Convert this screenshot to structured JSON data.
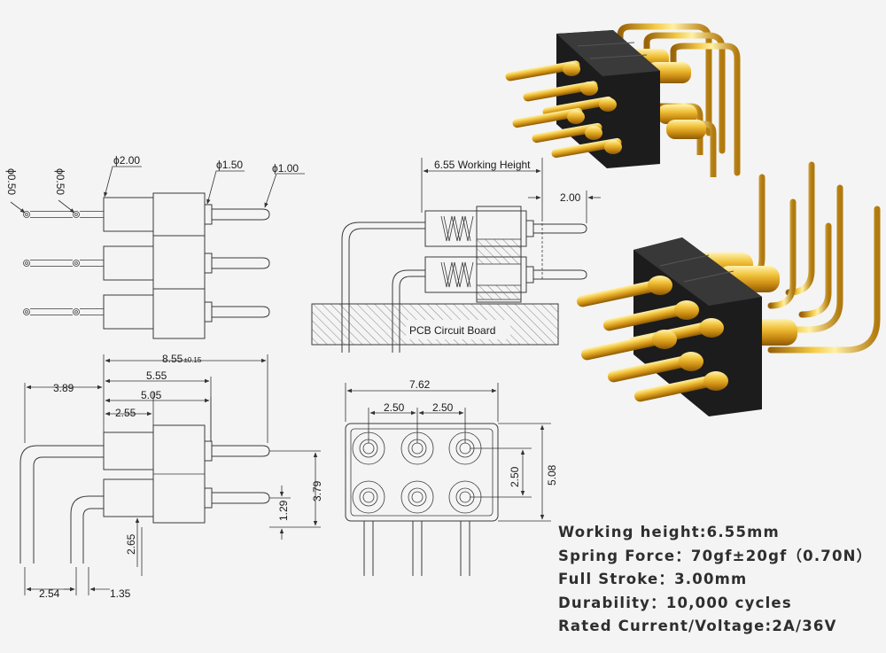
{
  "top_view": {
    "dims": {
      "pin_small_a": "ϕ0.50",
      "pin_small_b": "ϕ0.50",
      "barrel": "ϕ2.00",
      "plunger_base": "ϕ1.50",
      "plunger_tip": "ϕ1.00"
    }
  },
  "section_view": {
    "working_height": "6.55 Working Height",
    "stroke": "2.00",
    "pcb_label": "PCB Circuit Board"
  },
  "side_view": {
    "total_length": "8.55",
    "total_tol": "±0.15",
    "d_389": "3.89",
    "d_555": "5.55",
    "d_505": "5.05",
    "d_255": "2.55",
    "d_379": "3.79",
    "d_129": "1.29",
    "d_265": "2.65",
    "d_254": "2.54",
    "d_135": "1.35"
  },
  "front_view": {
    "width": "7.62",
    "pitch_a": "2.50",
    "pitch_b": "2.50",
    "row_pitch": "2.50",
    "height": "5.08"
  },
  "specs": [
    "Working height:6.55mm",
    "Spring Force：70gf±20gf（0.70N）",
    "Full Stroke：3.00mm",
    "Durability：10,000 cycles",
    "Rated Current/Voltage:2A/36V"
  ],
  "colors": {
    "background": "#f4f4f4",
    "insulator": "#1c1c1c",
    "gold": "#e3a51b",
    "line": "#3a3a3a"
  }
}
